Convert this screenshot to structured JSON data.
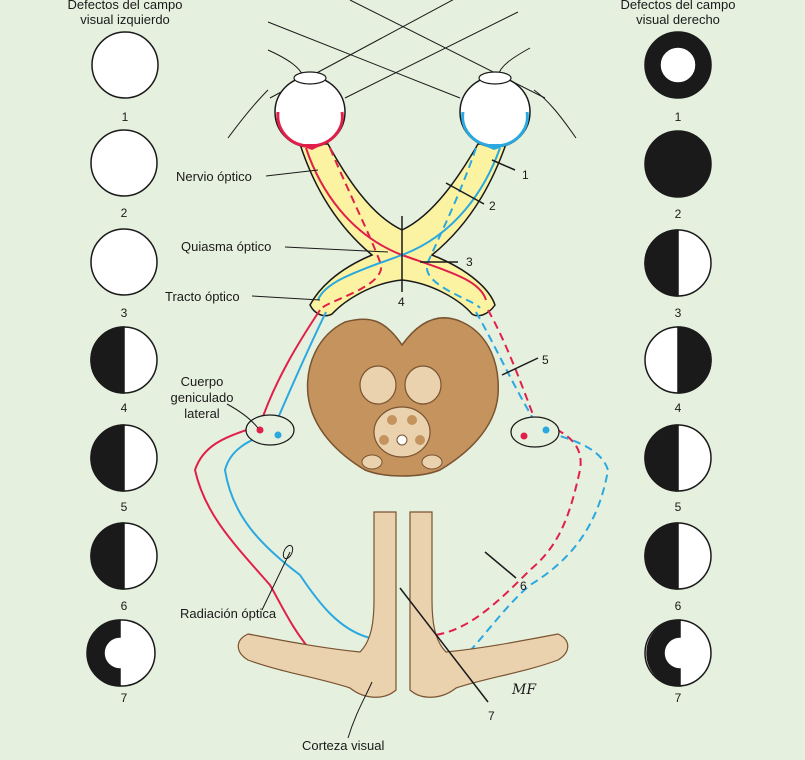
{
  "left_column": {
    "title_line1": "Defectos del campo",
    "title_line2": "visual izquierdo",
    "numbers": [
      "1",
      "2",
      "3",
      "4",
      "5",
      "6",
      "7"
    ]
  },
  "right_column": {
    "title_line1": "Defectos del campo",
    "title_line2": "visual derecho",
    "numbers": [
      "1",
      "2",
      "3",
      "4",
      "5",
      "6",
      "7"
    ]
  },
  "labels": {
    "optic_nerve": "Nervio óptico",
    "chiasm": "Quiasma óptico",
    "optic_tract": "Tracto óptico",
    "lgn_line1": "Cuerpo",
    "lgn_line2": "geniculado",
    "lgn_line3": "lateral",
    "optic_radiation": "Radiación óptica",
    "visual_cortex": "Corteza visual",
    "signature": "MF"
  },
  "lesions": [
    "1",
    "2",
    "3",
    "4",
    "5",
    "6",
    "7"
  ],
  "colors": {
    "background": "#e6f0df",
    "red_pathway": "#e0204a",
    "blue_pathway": "#2aa8e0",
    "chiasm_fill": "#fbf3a2",
    "brainstem": "#c4935e",
    "cortex": "#ead2ae"
  }
}
